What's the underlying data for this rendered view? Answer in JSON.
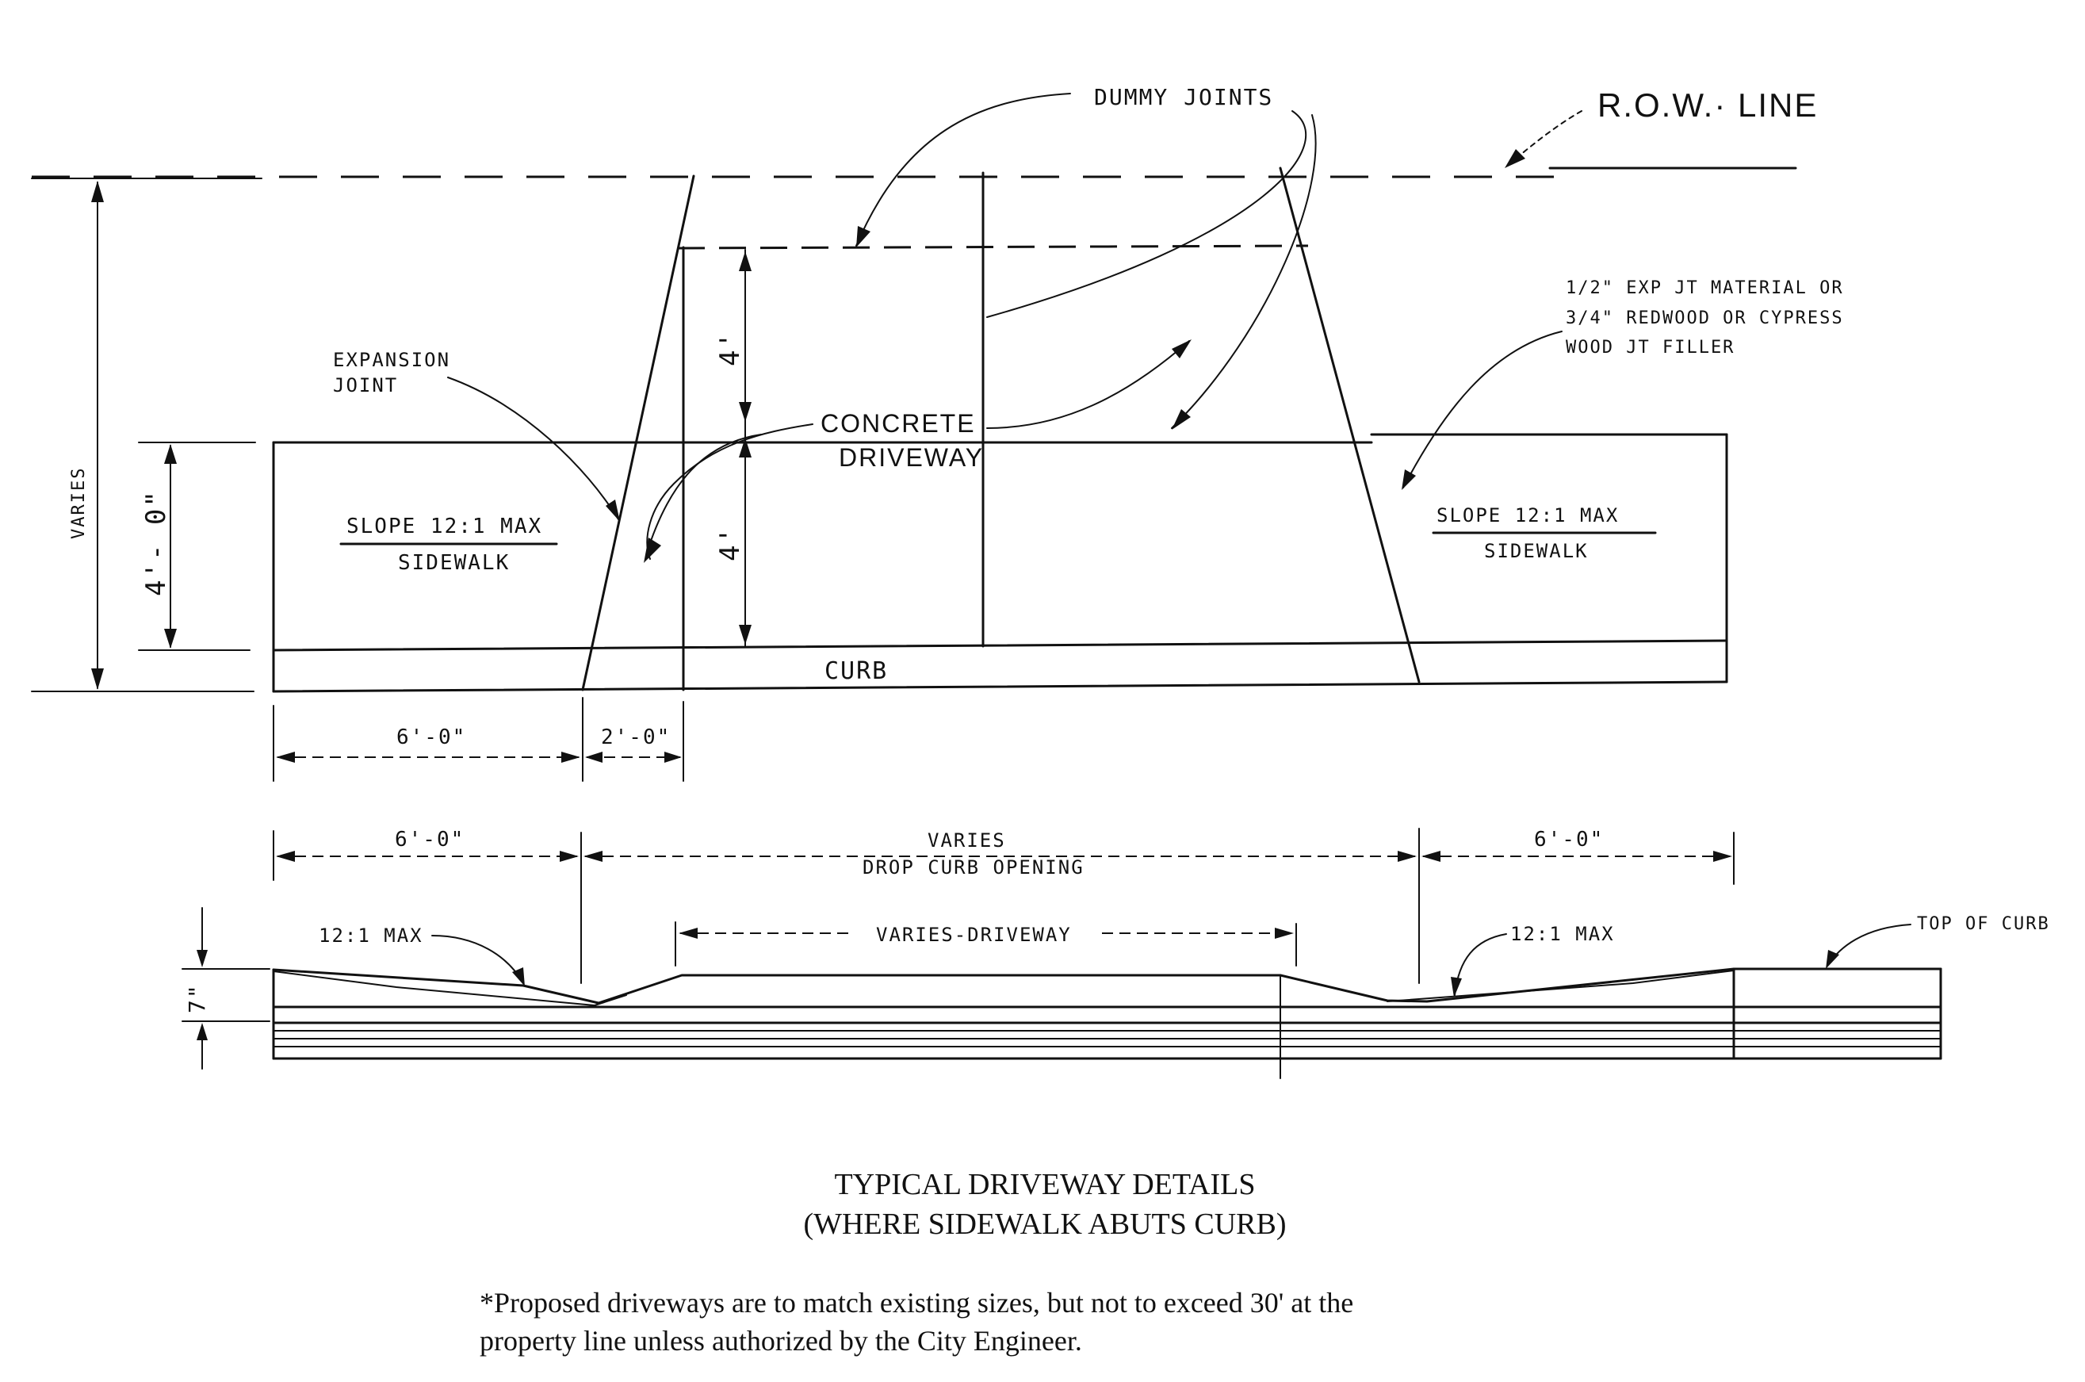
{
  "labels": {
    "dummy_joints": "DUMMY JOINTS",
    "row_line": "R.O.W.· LINE",
    "exp_mat_1": "1/2\" EXP JT MATERIAL OR",
    "exp_mat_2": "3/4\" REDWOOD OR CYPRESS",
    "exp_mat_3": "WOOD JT FILLER",
    "expansion_1": "EXPANSION",
    "expansion_2": "JOINT",
    "varies_vertical": "VARIES",
    "dim_4_0_vertical": "4'- 0\"",
    "dim_4_upper": "4'",
    "dim_4_lower": "4'",
    "concrete": "CONCRETE",
    "driveway": "DRIVEWAY",
    "slope_left": "SLOPE 12:1 MAX",
    "sidewalk_left": "SIDEWALK",
    "slope_right": "SLOPE 12:1 MAX",
    "sidewalk_right": "SIDEWALK",
    "curb": "CURB",
    "dim_6_0_plan": "6'-0\"",
    "dim_2_0_plan": "2'-0\"",
    "dim_6_0_left": "6'-0\"",
    "varies_top": "VARIES",
    "drop_curb": "DROP CURB OPENING",
    "dim_6_0_right": "6'-0\"",
    "max_left": "12:1 MAX",
    "varies_driveway": "VARIES-DRIVEWAY",
    "max_right": "12:1 MAX",
    "top_of_curb": "TOP OF CURB",
    "dim_7": "7\""
  },
  "caption": {
    "line1": "TYPICAL DRIVEWAY DETAILS",
    "line2": "(WHERE SIDEWALK ABUTS CURB)"
  },
  "note": {
    "line1": "*Proposed driveways are to match existing sizes, but not to exceed 30' at the",
    "line2": "property line unless authorized by the City Engineer."
  }
}
